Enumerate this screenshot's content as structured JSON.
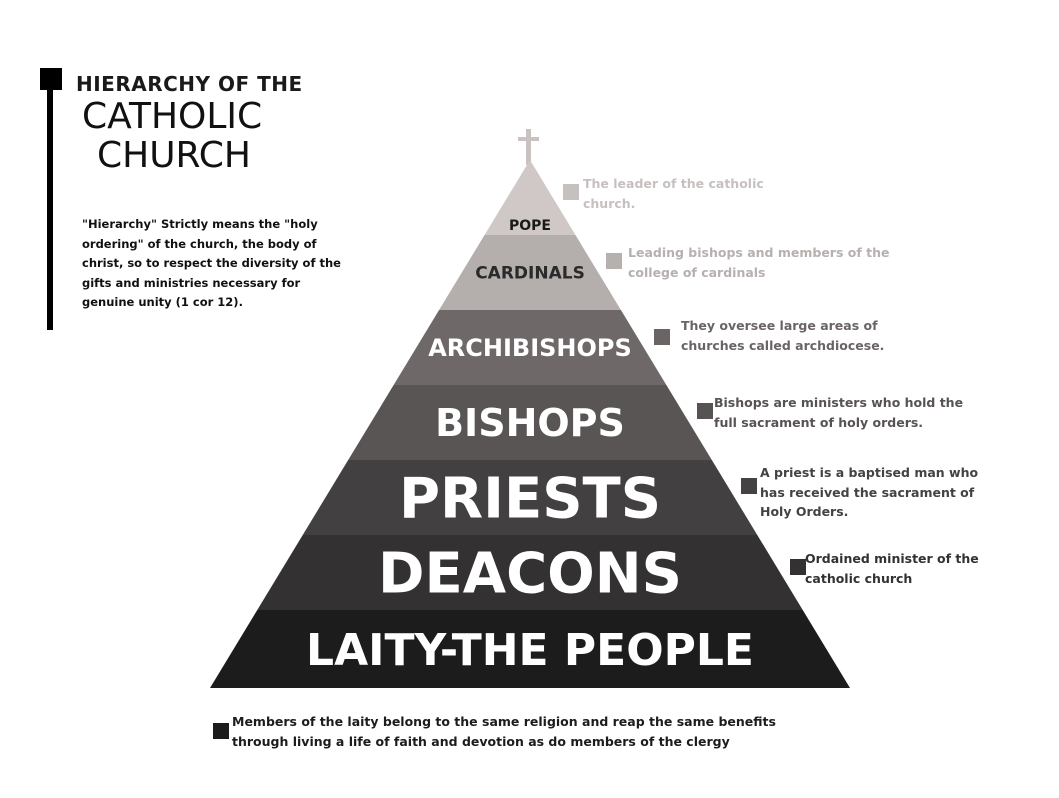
{
  "header": {
    "title_top": "HIERARCHY OF THE",
    "title_line1": "CATHOLIC",
    "title_line2": "CHURCH",
    "intro": "\"Hierarchy\" Strictly means the \"holy ordering\" of the church, the  body of christ, so to respect the diversity of the gifts and ministries necessary for genuine unity (1 cor 12)."
  },
  "pyramid": {
    "levels": [
      {
        "label": "POPE",
        "color": "#cfc8c7",
        "text_color": "#1a1a1a",
        "note": "The leader of the catholic church.",
        "note_color": "#c6c0bf"
      },
      {
        "label": "CARDINALS",
        "color": "#b4aeac",
        "text_color": "#2a2a2a",
        "note": "Leading bishops and members of the college of cardinals",
        "note_color": "#b6b0ae"
      },
      {
        "label": "ARCHIBISHOPS",
        "color": "#6e6968",
        "text_color": "#ffffff",
        "note": "They oversee large areas of churches called archdiocese.",
        "note_color": "#6a6564"
      },
      {
        "label": "BISHOPS",
        "color": "#595554",
        "text_color": "#ffffff",
        "note": "Bishops are ministers who hold the full sacrament of holy orders.",
        "note_color": "#575352"
      },
      {
        "label": "PRIESTS",
        "color": "#424040",
        "text_color": "#ffffff",
        "note": "A priest is a baptised man who has received the sacrament of Holy Orders.",
        "note_color": "#444242"
      },
      {
        "label": "DEACONS",
        "color": "#333131",
        "text_color": "#ffffff",
        "note": "Ordained minister of the catholic church",
        "note_color": "#333131"
      },
      {
        "label": "LAITY-THE PEOPLE",
        "color": "#1d1c1c",
        "text_color": "#ffffff",
        "note": "Members of the laity belong to the same religion and reap the same benefits through living a life of faith and devotion as do members of the clergy",
        "note_color": "#1d1c1c"
      }
    ],
    "cross_color": "#c9c2c1"
  }
}
